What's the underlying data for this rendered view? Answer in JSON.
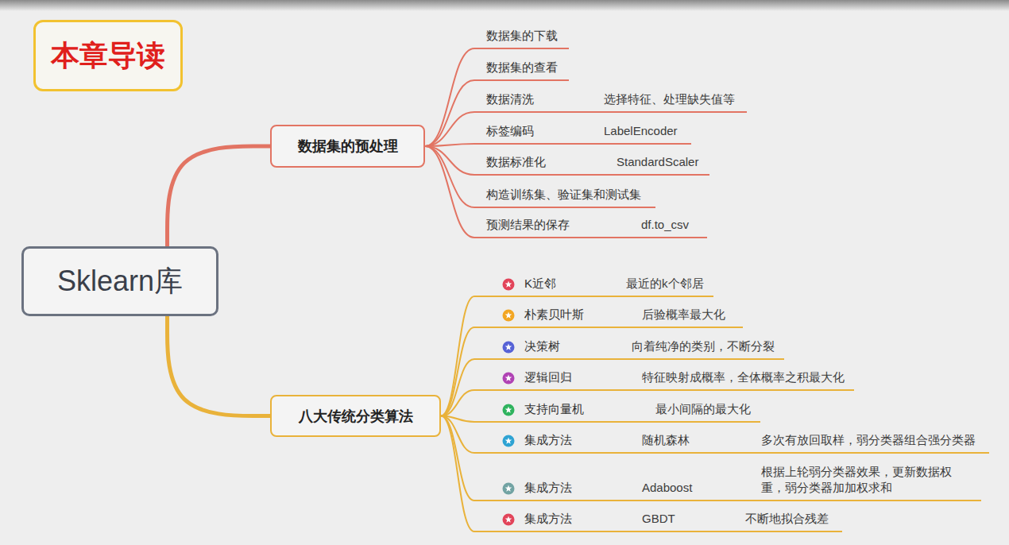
{
  "diagram": {
    "title": "本章导读",
    "nodes": [
      {
        "text": [
          "Sklearn库"
        ]
      },
      {
        "text": [
          "数据集的预处理"
        ]
      },
      {
        "text": [
          "八大传统分类算法"
        ]
      },
      {
        "text": [
          "数据集的下载"
        ]
      },
      {
        "text": [
          "数据集的查看"
        ]
      },
      {
        "text": [
          "数据清洗",
          "选择特征、处理缺失值等"
        ]
      },
      {
        "text": [
          "标签编码",
          "LabelEncoder"
        ]
      },
      {
        "text": [
          "数据标准化",
          "StandardScaler"
        ]
      },
      {
        "text": [
          "构造训练集、验证集和测试集"
        ]
      },
      {
        "text": [
          "预测结果的保存",
          "df.to_csv"
        ]
      },
      {
        "text": [
          "K近邻",
          "最近的k个邻居"
        ]
      },
      {
        "text": [
          "朴素贝叶斯",
          "后验概率最大化"
        ]
      },
      {
        "text": [
          "决策树",
          "向着纯净的类别，不断分裂"
        ]
      },
      {
        "text": [
          "逻辑回归",
          "特征映射成概率，全体概率之积最大化"
        ]
      },
      {
        "text": [
          "支持向量机",
          "最小间隔的最大化"
        ]
      },
      {
        "text": [
          "集成方法",
          "随机森林",
          "多次有放回取样，弱分类器组合强分类器"
        ]
      },
      {
        "text": [
          "集成方法",
          "Adaboost",
          "根据上轮弱分类器效果，更新数据权重，弱分类器加加权求和"
        ]
      },
      {
        "text": [
          "集成方法",
          "GBDT",
          "不断地拟合残差"
        ]
      }
    ],
    "edges": [
      {
        "from": 0,
        "to": 1,
        "arrow": "none"
      },
      {
        "from": 0,
        "to": 2,
        "arrow": "none"
      },
      {
        "from": 1,
        "to": 3,
        "arrow": "none"
      },
      {
        "from": 1,
        "to": 4,
        "arrow": "none"
      },
      {
        "from": 1,
        "to": 5,
        "arrow": "none"
      },
      {
        "from": 1,
        "to": 6,
        "arrow": "none"
      },
      {
        "from": 1,
        "to": 7,
        "arrow": "none"
      },
      {
        "from": 1,
        "to": 8,
        "arrow": "none"
      },
      {
        "from": 1,
        "to": 9,
        "arrow": "none"
      },
      {
        "from": 2,
        "to": 10,
        "arrow": "none"
      },
      {
        "from": 2,
        "to": 11,
        "arrow": "none"
      },
      {
        "from": 2,
        "to": 12,
        "arrow": "none"
      },
      {
        "from": 2,
        "to": 13,
        "arrow": "none"
      },
      {
        "from": 2,
        "to": 14,
        "arrow": "none"
      },
      {
        "from": 2,
        "to": 15,
        "arrow": "none"
      },
      {
        "from": 2,
        "to": 16,
        "arrow": "none"
      },
      {
        "from": 2,
        "to": 17,
        "arrow": "none"
      }
    ]
  }
}
